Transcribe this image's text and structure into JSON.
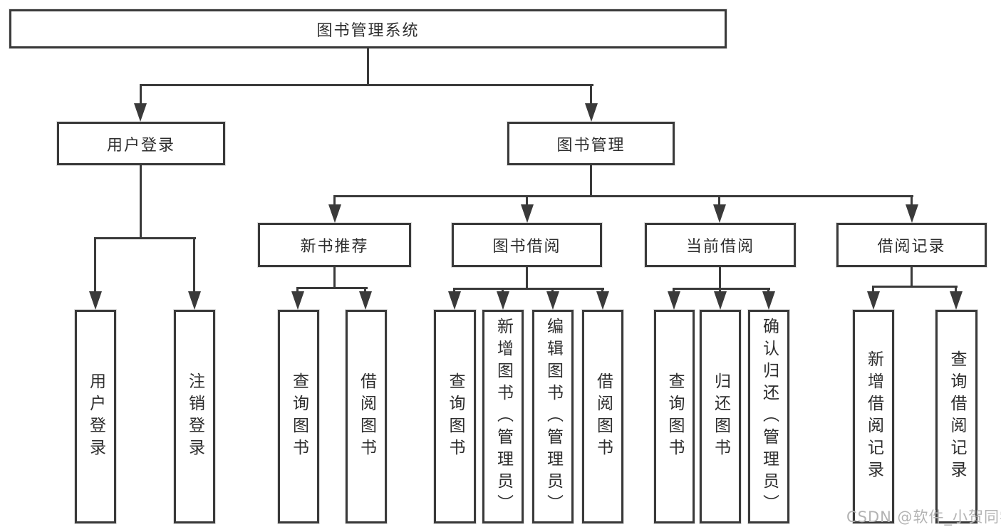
{
  "diagram": {
    "type": "hierarchy-tree",
    "title": "图书管理系统",
    "colors": {
      "line": "#3a3a3a",
      "text": "#2d2d2d",
      "background": "#ffffff",
      "watermark": "#b3b3b3"
    },
    "nodes": {
      "root": "图书管理系统",
      "user_login": "用户登录",
      "book_management": "图书管理",
      "new_book_recommend": "新书推荐",
      "book_borrow": "图书借阅",
      "current_borrow": "当前借阅",
      "borrow_records": "借阅记录",
      "leaf_user_login": "用户登录",
      "leaf_logout": "注销登录",
      "leaf_query_books_a": "查询图书",
      "leaf_borrow_books_a": "借阅图书",
      "leaf_query_books_b": "查询图书",
      "leaf_add_book_admin": "新增图书（管理员）",
      "leaf_edit_book_admin": "编辑图书（管理员）",
      "leaf_borrow_books_b": "借阅图书",
      "leaf_query_books_c": "查询图书",
      "leaf_return_books": "归还图书",
      "leaf_confirm_return_admin": "确认归还（管理员）",
      "leaf_add_borrow_record": "新增借阅记录",
      "leaf_query_borrow_record": "查询借阅记录"
    },
    "structure": {
      "root": [
        "用户登录",
        "图书管理"
      ],
      "用户登录": [
        "用户登录",
        "注销登录"
      ],
      "图书管理": [
        "新书推荐",
        "图书借阅",
        "当前借阅",
        "借阅记录"
      ],
      "新书推荐": [
        "查询图书",
        "借阅图书"
      ],
      "图书借阅": [
        "查询图书",
        "新增图书（管理员）",
        "编辑图书（管理员）",
        "借阅图书"
      ],
      "当前借阅": [
        "查询图书",
        "归还图书",
        "确认归还（管理员）"
      ],
      "借阅记录": [
        "新增借阅记录",
        "查询借阅记录"
      ]
    },
    "watermark": "CSDN @软件_小贺同学"
  }
}
